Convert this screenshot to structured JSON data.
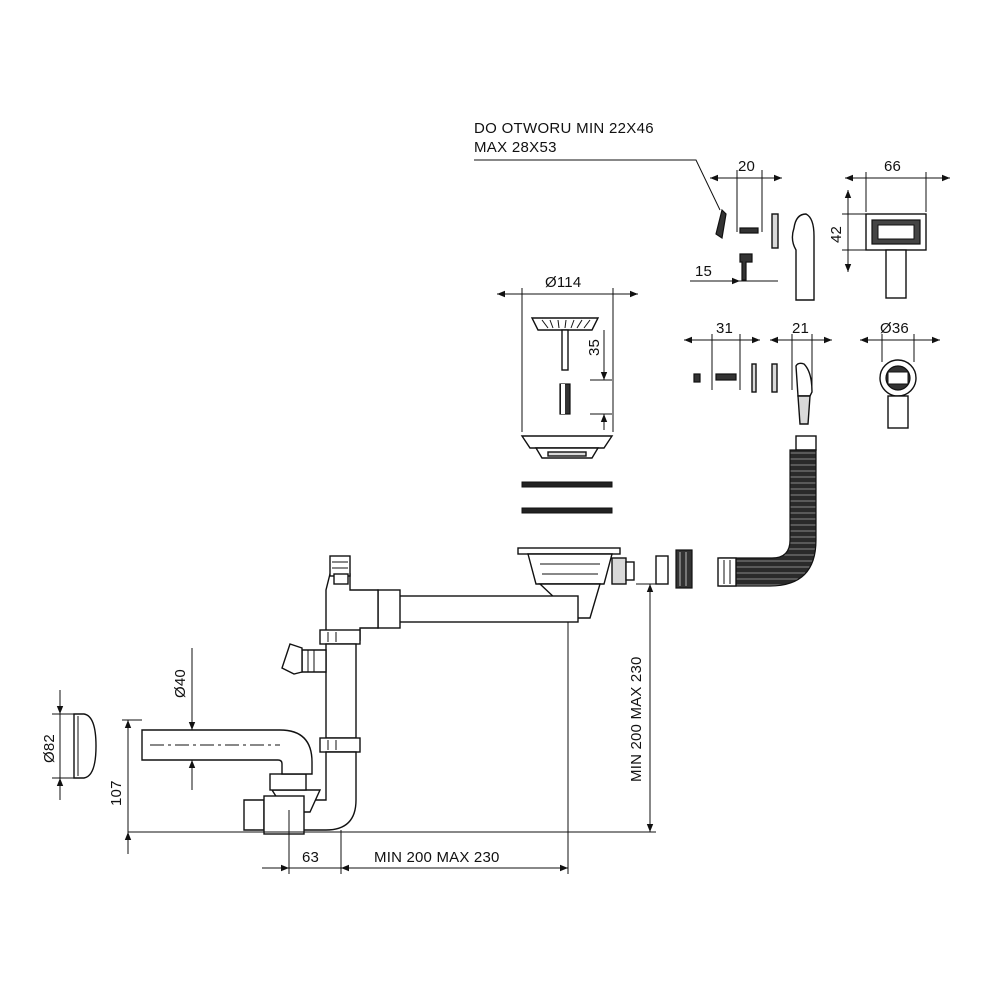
{
  "note": {
    "line1": "DO OTWORU MIN 22X46",
    "line2": "MAX 28X53"
  },
  "dimensions": {
    "overflow_width": "20",
    "overflow_screw": "15",
    "cover_width": "66",
    "cover_height": "42",
    "strainer_diameter": "Ø114",
    "strainer_depth": "35",
    "overflow_b_width": "31",
    "overflow_b_depth": "21",
    "round_cover_diameter": "Ø36",
    "pipe_diameter": "Ø40",
    "cap_diameter": "Ø82",
    "outlet_height": "107",
    "trap_offset": "63",
    "horizontal_range": "MIN 200 MAX 230",
    "vertical_range": "MIN 200 MAX 230"
  }
}
